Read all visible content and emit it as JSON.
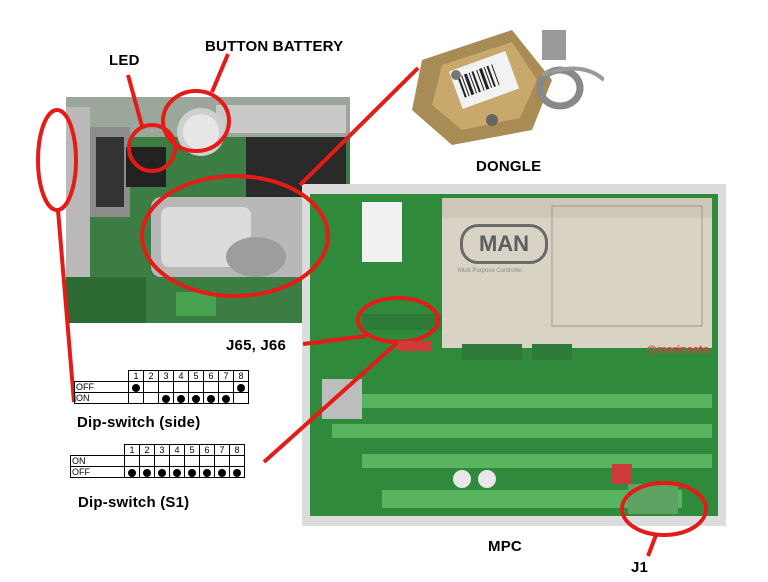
{
  "labels": {
    "led": "LED",
    "button_battery": "BUTTON BATTERY",
    "dongle": "DONGLE",
    "j65_j66": "J65, J66",
    "mpc": "MPC",
    "j1": "J1",
    "dip_side": "Dip-switch (side)",
    "dip_s1": "Dip-switch (S1)",
    "man_logo": "MAN",
    "man_subtitle": "Multi Purpose Controller",
    "watermark": "@marineeto"
  },
  "dip_side": {
    "columns": [
      "1",
      "2",
      "3",
      "4",
      "5",
      "6",
      "7",
      "8"
    ],
    "rows": [
      {
        "label": "OFF",
        "on": [
          true,
          false,
          false,
          false,
          false,
          false,
          false,
          true
        ]
      },
      {
        "label": "ON",
        "on": [
          false,
          false,
          true,
          true,
          true,
          true,
          true,
          false
        ]
      }
    ]
  },
  "dip_s1": {
    "columns": [
      "1",
      "2",
      "3",
      "4",
      "5",
      "6",
      "7",
      "8"
    ],
    "rows": [
      {
        "label": "ON",
        "on": [
          false,
          false,
          false,
          false,
          false,
          false,
          false,
          false
        ]
      },
      {
        "label": "OFF",
        "on": [
          true,
          true,
          true,
          true,
          true,
          true,
          true,
          true
        ]
      }
    ]
  },
  "colors": {
    "highlight": "#e41b17",
    "pcb": "#2f8a3c",
    "housing": "#d9d3c6"
  }
}
